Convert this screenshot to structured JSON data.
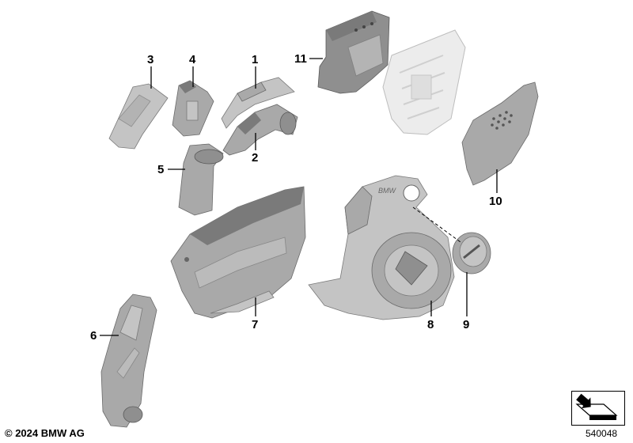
{
  "callouts": {
    "c1": "1",
    "c2": "2",
    "c3": "3",
    "c4": "4",
    "c5": "5",
    "c6": "6",
    "c7": "7",
    "c8": "8",
    "c9": "9",
    "c10": "10",
    "c11": "11"
  },
  "parts": [
    {
      "ref": "1",
      "icon": "upper-heat-shield-part"
    },
    {
      "ref": "2",
      "icon": "lower-heat-shield-part"
    },
    {
      "ref": "3",
      "icon": "bracket-cover-part"
    },
    {
      "ref": "4",
      "icon": "mounting-bracket-part"
    },
    {
      "ref": "5",
      "icon": "sleeve-cover-part"
    },
    {
      "ref": "6",
      "icon": "exhaust-heat-shield-part"
    },
    {
      "ref": "7",
      "icon": "side-panel-part"
    },
    {
      "ref": "8",
      "icon": "engine-cover-part"
    },
    {
      "ref": "9",
      "icon": "round-cap-part"
    },
    {
      "ref": "10",
      "icon": "perforated-cover-part"
    },
    {
      "ref": "11",
      "icon": "housing-part"
    }
  ],
  "footer": {
    "copyright": "© 2024 BMW AG",
    "diagram_number": "540048"
  },
  "colors": {
    "part_dark": "#8f8f8f",
    "part_mid": "#a9a9a9",
    "part_light": "#c4c4c4",
    "ghost": "#ececec"
  }
}
